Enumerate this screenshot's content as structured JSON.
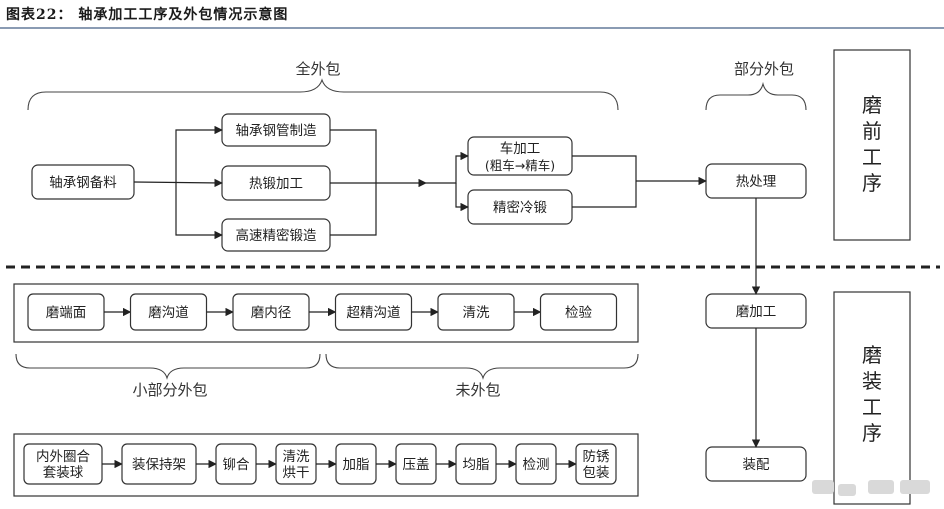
{
  "title": "图表22：  轴承加工工序及外包情况示意图",
  "groups": {
    "full_outsource": "全外包",
    "partial_outsource": "部分外包",
    "small_partial_outsource": "小部分外包",
    "not_outsourced": "未外包"
  },
  "stages": {
    "pre_grinding": "磨前工序",
    "grinding_assembly": "磨装工序"
  },
  "nodes": {
    "steel_prep": "轴承钢备料",
    "steel_tube": "轴承钢管制造",
    "hot_forging": "热锻加工",
    "precision_forging": "高速精密锻造",
    "turning_1": "车加工",
    "turning_2": "(粗车→精车)",
    "cold_forging": "精密冷锻",
    "heat_treat": "热处理",
    "grinding": "磨加工",
    "assembly": "装配"
  },
  "grind_steps": [
    "磨端面",
    "磨沟道",
    "磨内径",
    "超精沟道",
    "清洗",
    "检验"
  ],
  "assembly_steps": [
    [
      "内外圈合",
      "套装球"
    ],
    [
      "装保持架"
    ],
    [
      "铆合"
    ],
    [
      "清洗",
      "烘干"
    ],
    [
      "加脂"
    ],
    [
      "压盖"
    ],
    [
      "均脂"
    ],
    [
      "检测"
    ],
    [
      "防锈",
      "包装"
    ]
  ]
}
